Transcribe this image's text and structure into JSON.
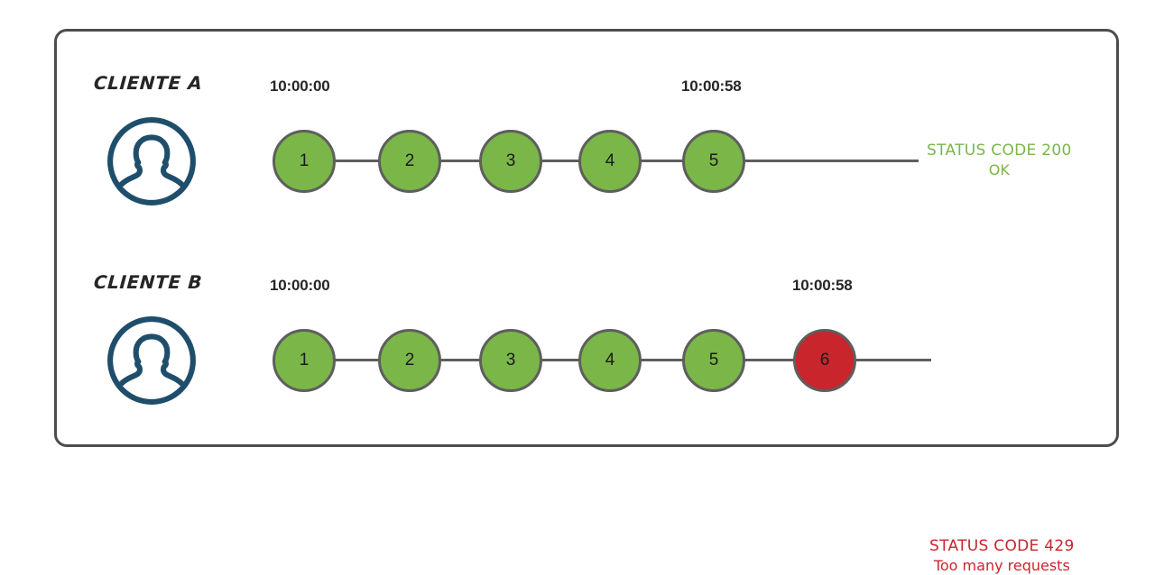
{
  "diagram": {
    "title_present": false,
    "colors": {
      "node_ok": "#7ab648",
      "node_error": "#c9252d",
      "node_stroke": "#5e5e5e",
      "frame_border": "#4d4d4d",
      "avatar": "#1f4e6b",
      "text_dark": "#262626",
      "status_ok": "#7ab648",
      "status_error": "#c9252d"
    },
    "rows": [
      {
        "id": "cliente-a",
        "label": "CLIENTE A",
        "avatar_icon": "user-avatar-icon",
        "time_start": "10:00:00",
        "time_end": "10:00:58",
        "nodes": [
          {
            "label": "1",
            "state": "ok"
          },
          {
            "label": "2",
            "state": "ok"
          },
          {
            "label": "3",
            "state": "ok"
          },
          {
            "label": "4",
            "state": "ok"
          },
          {
            "label": "5",
            "state": "ok"
          }
        ],
        "status": {
          "line1": "STATUS CODE 200",
          "line2": "OK",
          "state": "ok"
        }
      },
      {
        "id": "cliente-b",
        "label": "CLIENTE B",
        "avatar_icon": "user-avatar-icon",
        "time_start": "10:00:00",
        "time_end": "10:00:58",
        "nodes": [
          {
            "label": "1",
            "state": "ok"
          },
          {
            "label": "2",
            "state": "ok"
          },
          {
            "label": "3",
            "state": "ok"
          },
          {
            "label": "4",
            "state": "ok"
          },
          {
            "label": "5",
            "state": "ok"
          },
          {
            "label": "6",
            "state": "error"
          }
        ],
        "status": {
          "line1": "STATUS CODE 429",
          "line2": "Too many requests",
          "state": "error"
        }
      }
    ]
  }
}
